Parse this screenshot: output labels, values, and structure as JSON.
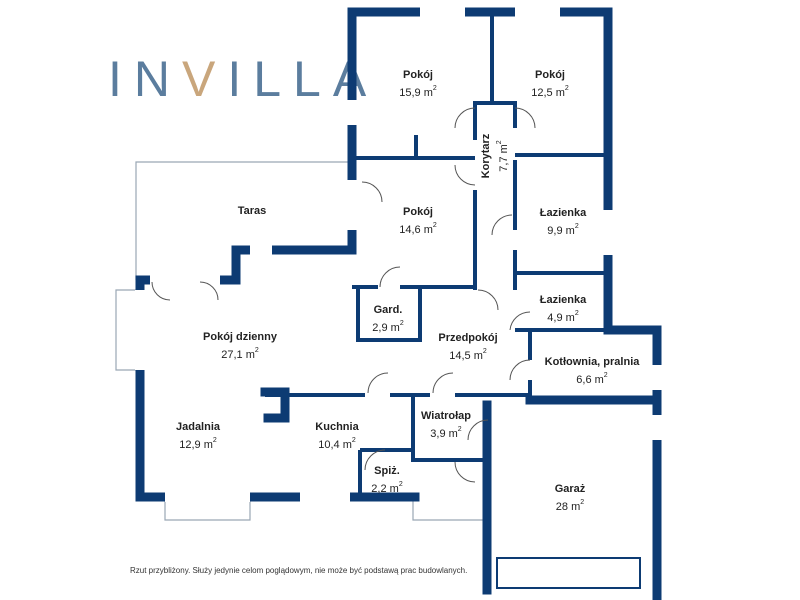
{
  "logo": {
    "part1": "IN",
    "v": "V",
    "part2": "ILLA"
  },
  "colors": {
    "wall": "#0d3b73",
    "logo": "#5b7d9e",
    "logo_accent": "#c9a67c"
  },
  "unit": "m",
  "rooms": [
    {
      "name": "Pokój",
      "area": "15,9"
    },
    {
      "name": "Pokój",
      "area": "12,5"
    },
    {
      "name": "Korytarz",
      "area": "7,7"
    },
    {
      "name": "Taras",
      "area": ""
    },
    {
      "name": "Pokój",
      "area": "14,6"
    },
    {
      "name": "Łazienka",
      "area": "9,9"
    },
    {
      "name": "Gard.",
      "area": "2,9"
    },
    {
      "name": "Łazienka",
      "area": "4,9"
    },
    {
      "name": "Pokój dzienny",
      "area": "27,1"
    },
    {
      "name": "Przedpokój",
      "area": "14,5"
    },
    {
      "name": "Kotłownia, pralnia",
      "area": "6,6"
    },
    {
      "name": "Wiatrołap",
      "area": "3,9"
    },
    {
      "name": "Jadalnia",
      "area": "12,9"
    },
    {
      "name": "Kuchnia",
      "area": "10,4"
    },
    {
      "name": "Spiż.",
      "area": "2,2"
    },
    {
      "name": "Garaż",
      "area": "28"
    }
  ],
  "disclaimer": "Rzut przybliżony. Służy jedynie celom poglądowym, nie może być podstawą prac budowlanych."
}
